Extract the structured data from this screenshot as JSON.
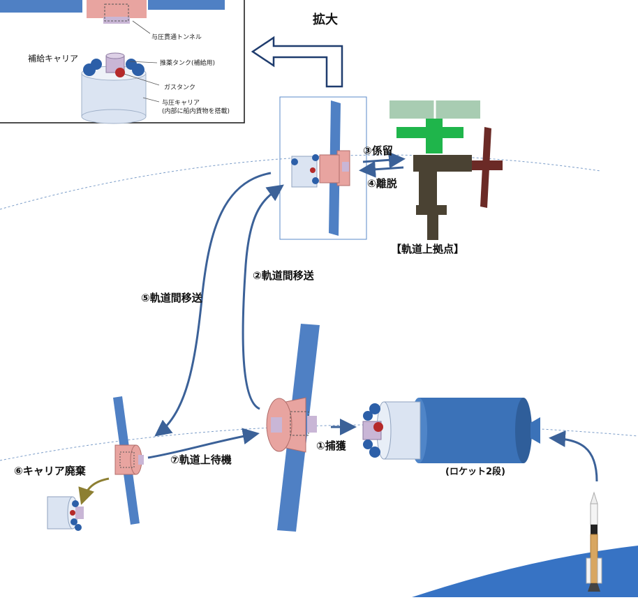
{
  "inset": {
    "tunnel_label": "与圧貫通トンネル",
    "carrier_title": "補給キャリア",
    "propellant_tank": "推薬タンク(補給用)",
    "gas_tank": "ガスタンク",
    "pressurized_carrier_line1": "与圧キャリア",
    "pressurized_carrier_line2": "(内部に船内貨物を搭載)"
  },
  "zoom_label": "拡大",
  "labels": {
    "moor": "③係留",
    "depart": "④離脱",
    "station": "【軌道上拠点】",
    "transfer2": "②軌道間移送",
    "transfer5": "⑤軌道間移送",
    "capture": "①捕獲",
    "standby": "⑦軌道上待機",
    "disposal": "⑥キャリア廃棄",
    "rocket_stage": "(ロケット2段)"
  },
  "colors": {
    "panel_blue": "#4f80c4",
    "pink": "#e8a4a0",
    "carrier_body": "#dbe4f2",
    "tank_blue": "#2c5fa8",
    "tank_red": "#b52a2a",
    "arrow": "#3b6198",
    "disposal_arrow": "#8d7f32",
    "earth": "#3773c4"
  }
}
